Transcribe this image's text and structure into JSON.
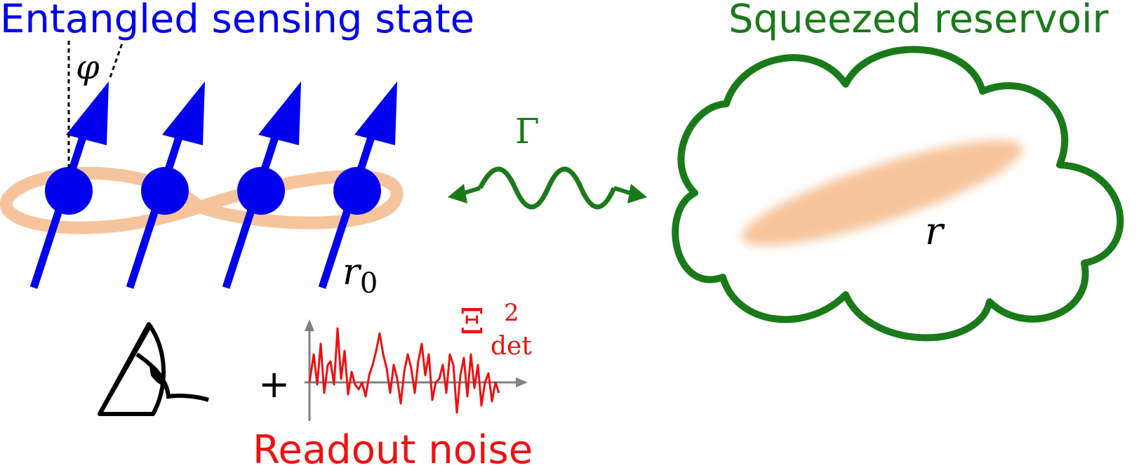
{
  "titles": {
    "left": "Entangled sensing state",
    "right": "Squeezed reservoir",
    "noise": "Readout noise"
  },
  "symbols": {
    "phi": "φ",
    "r0_base": "r",
    "r0_sub": "0",
    "gamma": "Γ",
    "r": "r",
    "plus": "+",
    "xi": "Ξ",
    "xi_sup": "2",
    "xi_sub": "det"
  },
  "colors": {
    "blue": "#0000ee",
    "green": "#1a7a1a",
    "red": "#ee1111",
    "peach": "#f6c49c",
    "black": "#000000",
    "axis_gray": "#808080"
  },
  "icons": {
    "eye": "eye-icon",
    "wave_arrow": "wavy-double-arrow-icon"
  }
}
